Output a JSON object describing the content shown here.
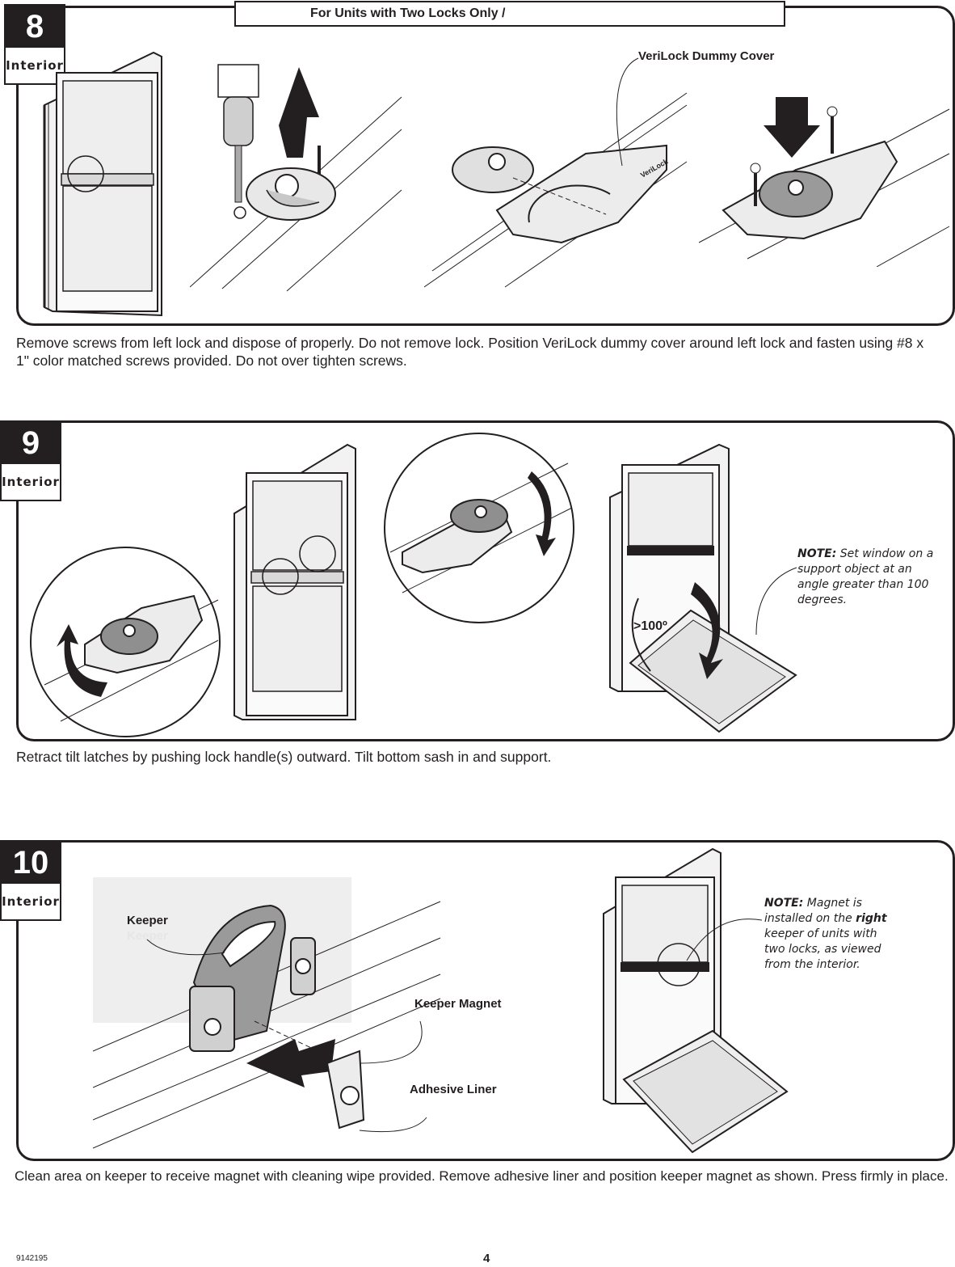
{
  "banner": {
    "text": "For Units with Two Locks Only /"
  },
  "steps": [
    {
      "number": "8",
      "label": "Interior",
      "callouts": {
        "dummy_cover": "VeriLock Dummy Cover"
      },
      "caption": "Remove screws from left lock and dispose of properly. Do not remove lock. Position VeriLock dummy cover around left lock and fasten using #8 x 1\" color matched screws provided. Do not over tighten screws."
    },
    {
      "number": "9",
      "label": "Interior",
      "angle": ">100º",
      "note": {
        "lead": "NOTE:",
        "text": "Set window on a support object at an angle greater than 100 degrees."
      },
      "caption": "Retract tilt latches by pushing lock handle(s) outward. Tilt bottom sash in and support."
    },
    {
      "number": "10",
      "label": "Interior",
      "callouts": {
        "keeper": "Keeper",
        "keeper_ghost": "Keeper",
        "keeper_magnet": "Keeper Magnet",
        "adhesive_liner": "Adhesive Liner"
      },
      "note": {
        "lead": "NOTE:",
        "text_before": "Magnet is installed on the",
        "emphasis": "right",
        "text_after": "keeper of units with two locks, as viewed from the interior."
      },
      "caption": "Clean area on keeper to receive magnet with cleaning wipe provided. Remove adhesive liner and position keeper magnet as shown. Press firmly in place."
    }
  ],
  "brand_mark": "VeriLock",
  "footer": {
    "code": "9142195",
    "page": "4"
  }
}
